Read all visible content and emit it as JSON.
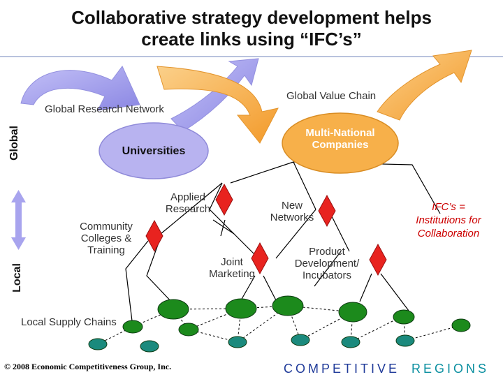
{
  "title_line1": "Collaborative strategy development helps",
  "title_line2": "create links using “IFC’s”",
  "axis": {
    "global": "Global",
    "local": "Local"
  },
  "labels": {
    "global_research_network": "Global Research Network",
    "global_value_chain": "Global Value Chain",
    "universities": "Universities",
    "mnc_line1": "Multi-National",
    "mnc_line2": "Companies",
    "applied_research_line1": "Applied",
    "applied_research_line2": "Research",
    "new_networks_line1": "New",
    "new_networks_line2": "Networks",
    "community_line1": "Community",
    "community_line2": "Colleges &",
    "community_line3": "Training",
    "joint_marketing_line1": "Joint",
    "joint_marketing_line2": "Marketing",
    "product_dev_line1": "Product",
    "product_dev_line2": "Development/",
    "product_dev_line3": "Incubators",
    "local_supply_chains": "Local Supply Chains"
  },
  "ifc_definition": {
    "line1": "IFC’s =",
    "line2": "Institutions for",
    "line3": "Collaboration"
  },
  "footer": {
    "copyright": "© 2008 Economic Competitiveness Group, Inc.",
    "brand_word1": "COMPETITIVE",
    "brand_word2": "REGIONS"
  },
  "colors": {
    "universities_fill": "#b8b3f0",
    "mnc_fill": "#f7b04a",
    "global_research_arrow": "#9d9aea",
    "global_value_arrow": "#f5a93a",
    "ifc_diamond": "#e8231f",
    "supply_node_dark": "#1c8a1c",
    "supply_node_teal": "#1b8a7d",
    "scale_arrow": "#a8a4ee",
    "ifc_text": "#cc0000"
  }
}
